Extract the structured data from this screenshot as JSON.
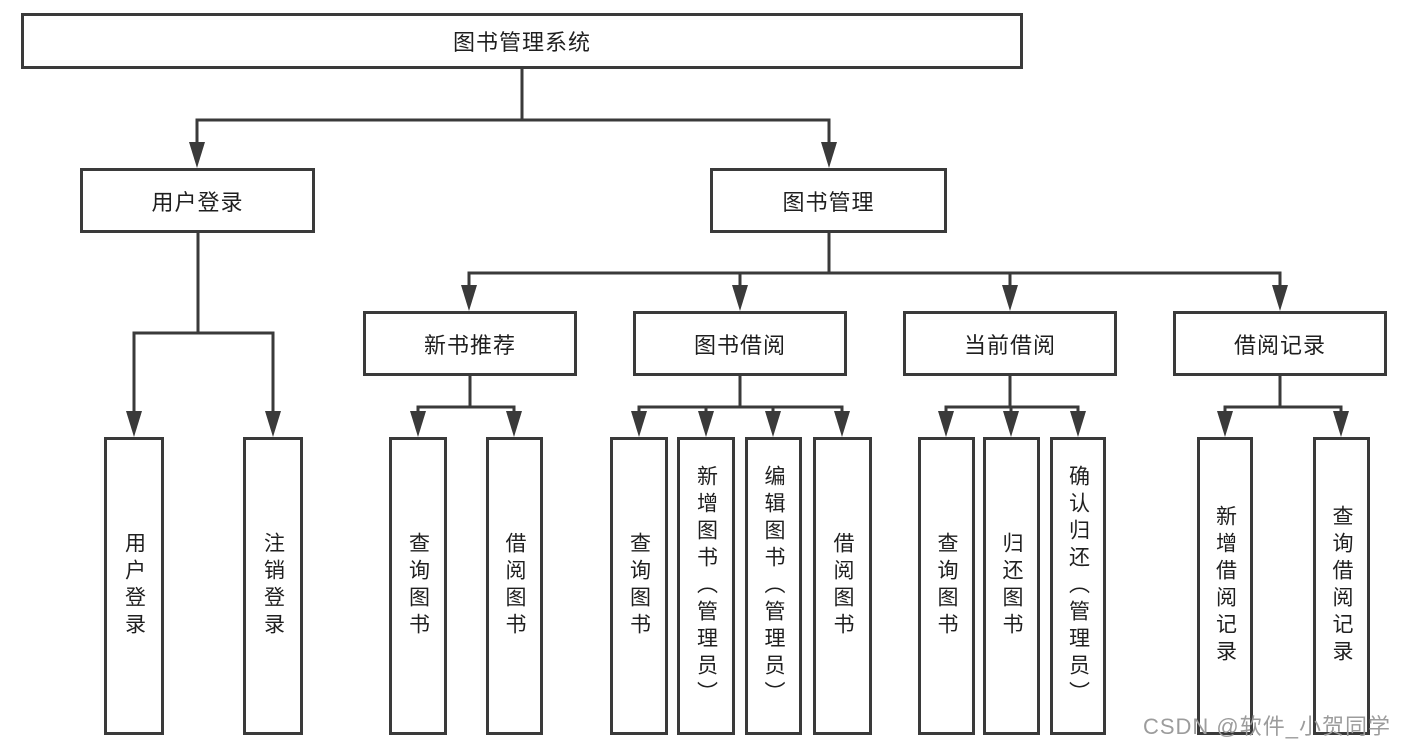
{
  "diagram": {
    "type": "hierarchy",
    "tree": {
      "label": "图书管理系统",
      "children": [
        {
          "label": "用户登录",
          "children": [
            {
              "label": "用户登录"
            },
            {
              "label": "注销登录"
            }
          ]
        },
        {
          "label": "图书管理",
          "children": [
            {
              "label": "新书推荐",
              "children": [
                {
                  "label": "查询图书"
                },
                {
                  "label": "借阅图书"
                }
              ]
            },
            {
              "label": "图书借阅",
              "children": [
                {
                  "label": "查询图书"
                },
                {
                  "label": "新增图书（管理员）"
                },
                {
                  "label": "编辑图书（管理员）"
                },
                {
                  "label": "借阅图书"
                }
              ]
            },
            {
              "label": "当前借阅",
              "children": [
                {
                  "label": "查询图书"
                },
                {
                  "label": "归还图书"
                },
                {
                  "label": "确认归还（管理员）"
                }
              ]
            },
            {
              "label": "借阅记录",
              "children": [
                {
                  "label": "新增借阅记录"
                },
                {
                  "label": "查询借阅记录"
                }
              ]
            }
          ]
        }
      ]
    }
  },
  "watermark": {
    "text": "CSDN @软件_小贺同学"
  },
  "colors": {
    "line": "#3a3a3a",
    "box_border": "#3a3a3a",
    "box_fill": "#ffffff",
    "text": "#1f1f1f",
    "watermark": "#9c9c9c",
    "background": "#ffffff"
  }
}
